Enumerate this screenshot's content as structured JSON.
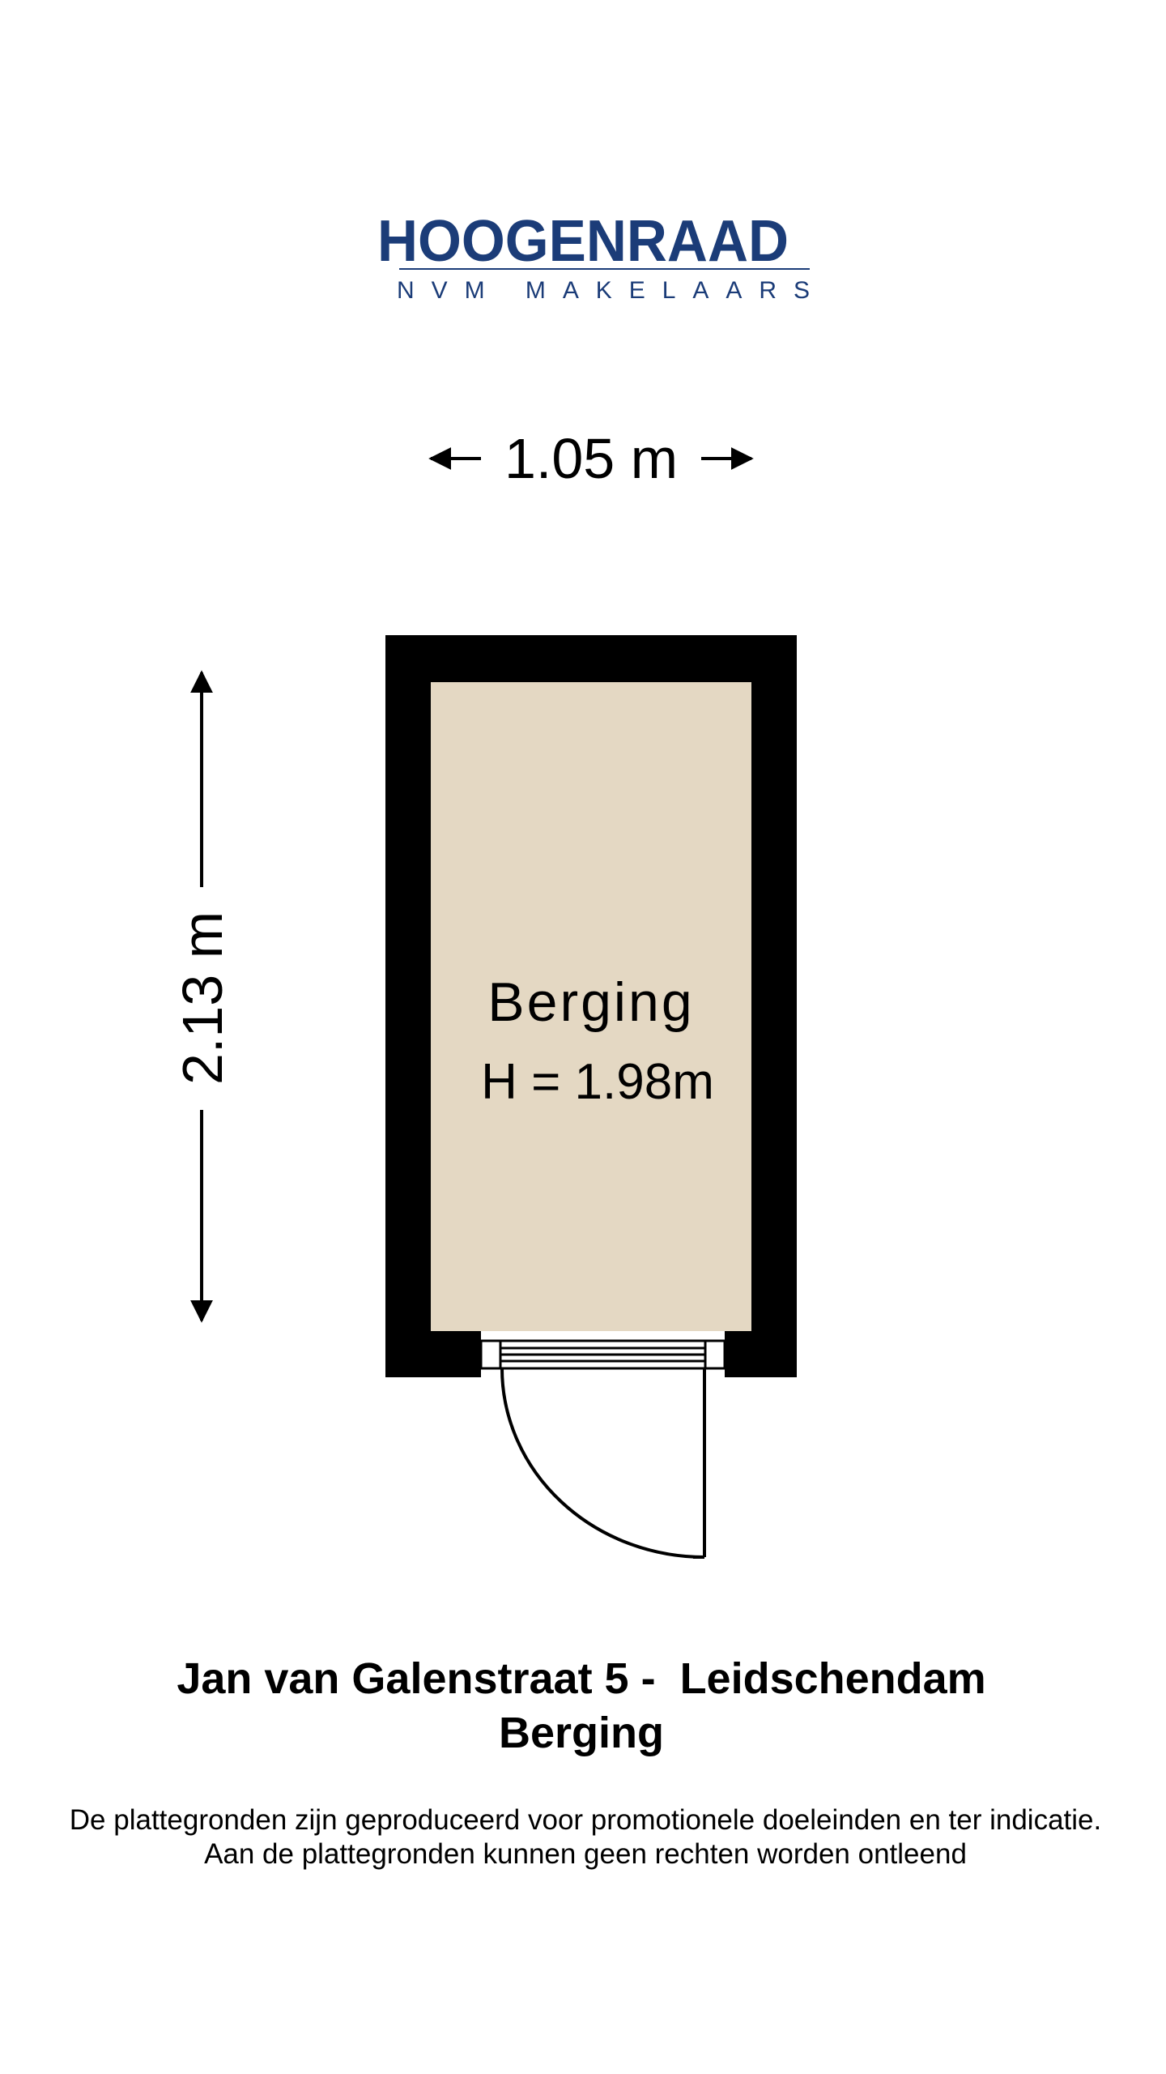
{
  "logo": {
    "name": "HOOGENRAAD",
    "tagline": "NVM MAKELAARS",
    "color": "#1b3c78"
  },
  "dimensions": {
    "width_label": "1.05 m",
    "height_label": "2.13 m"
  },
  "room": {
    "name": "Berging",
    "height_label": "H = 1.98m",
    "floor_color": "#e4d8c3",
    "wall_color": "#000000"
  },
  "footer": {
    "address": "Jan van Galenstraat 5 -  Leidschendam",
    "floor_name": "Berging",
    "disclaimer_line1": "De plattegronden zijn geproduceerd voor promotionele doeleinden en ter indicatie.",
    "disclaimer_line2": "Aan de plattegronden kunnen geen rechten worden ontleend"
  }
}
